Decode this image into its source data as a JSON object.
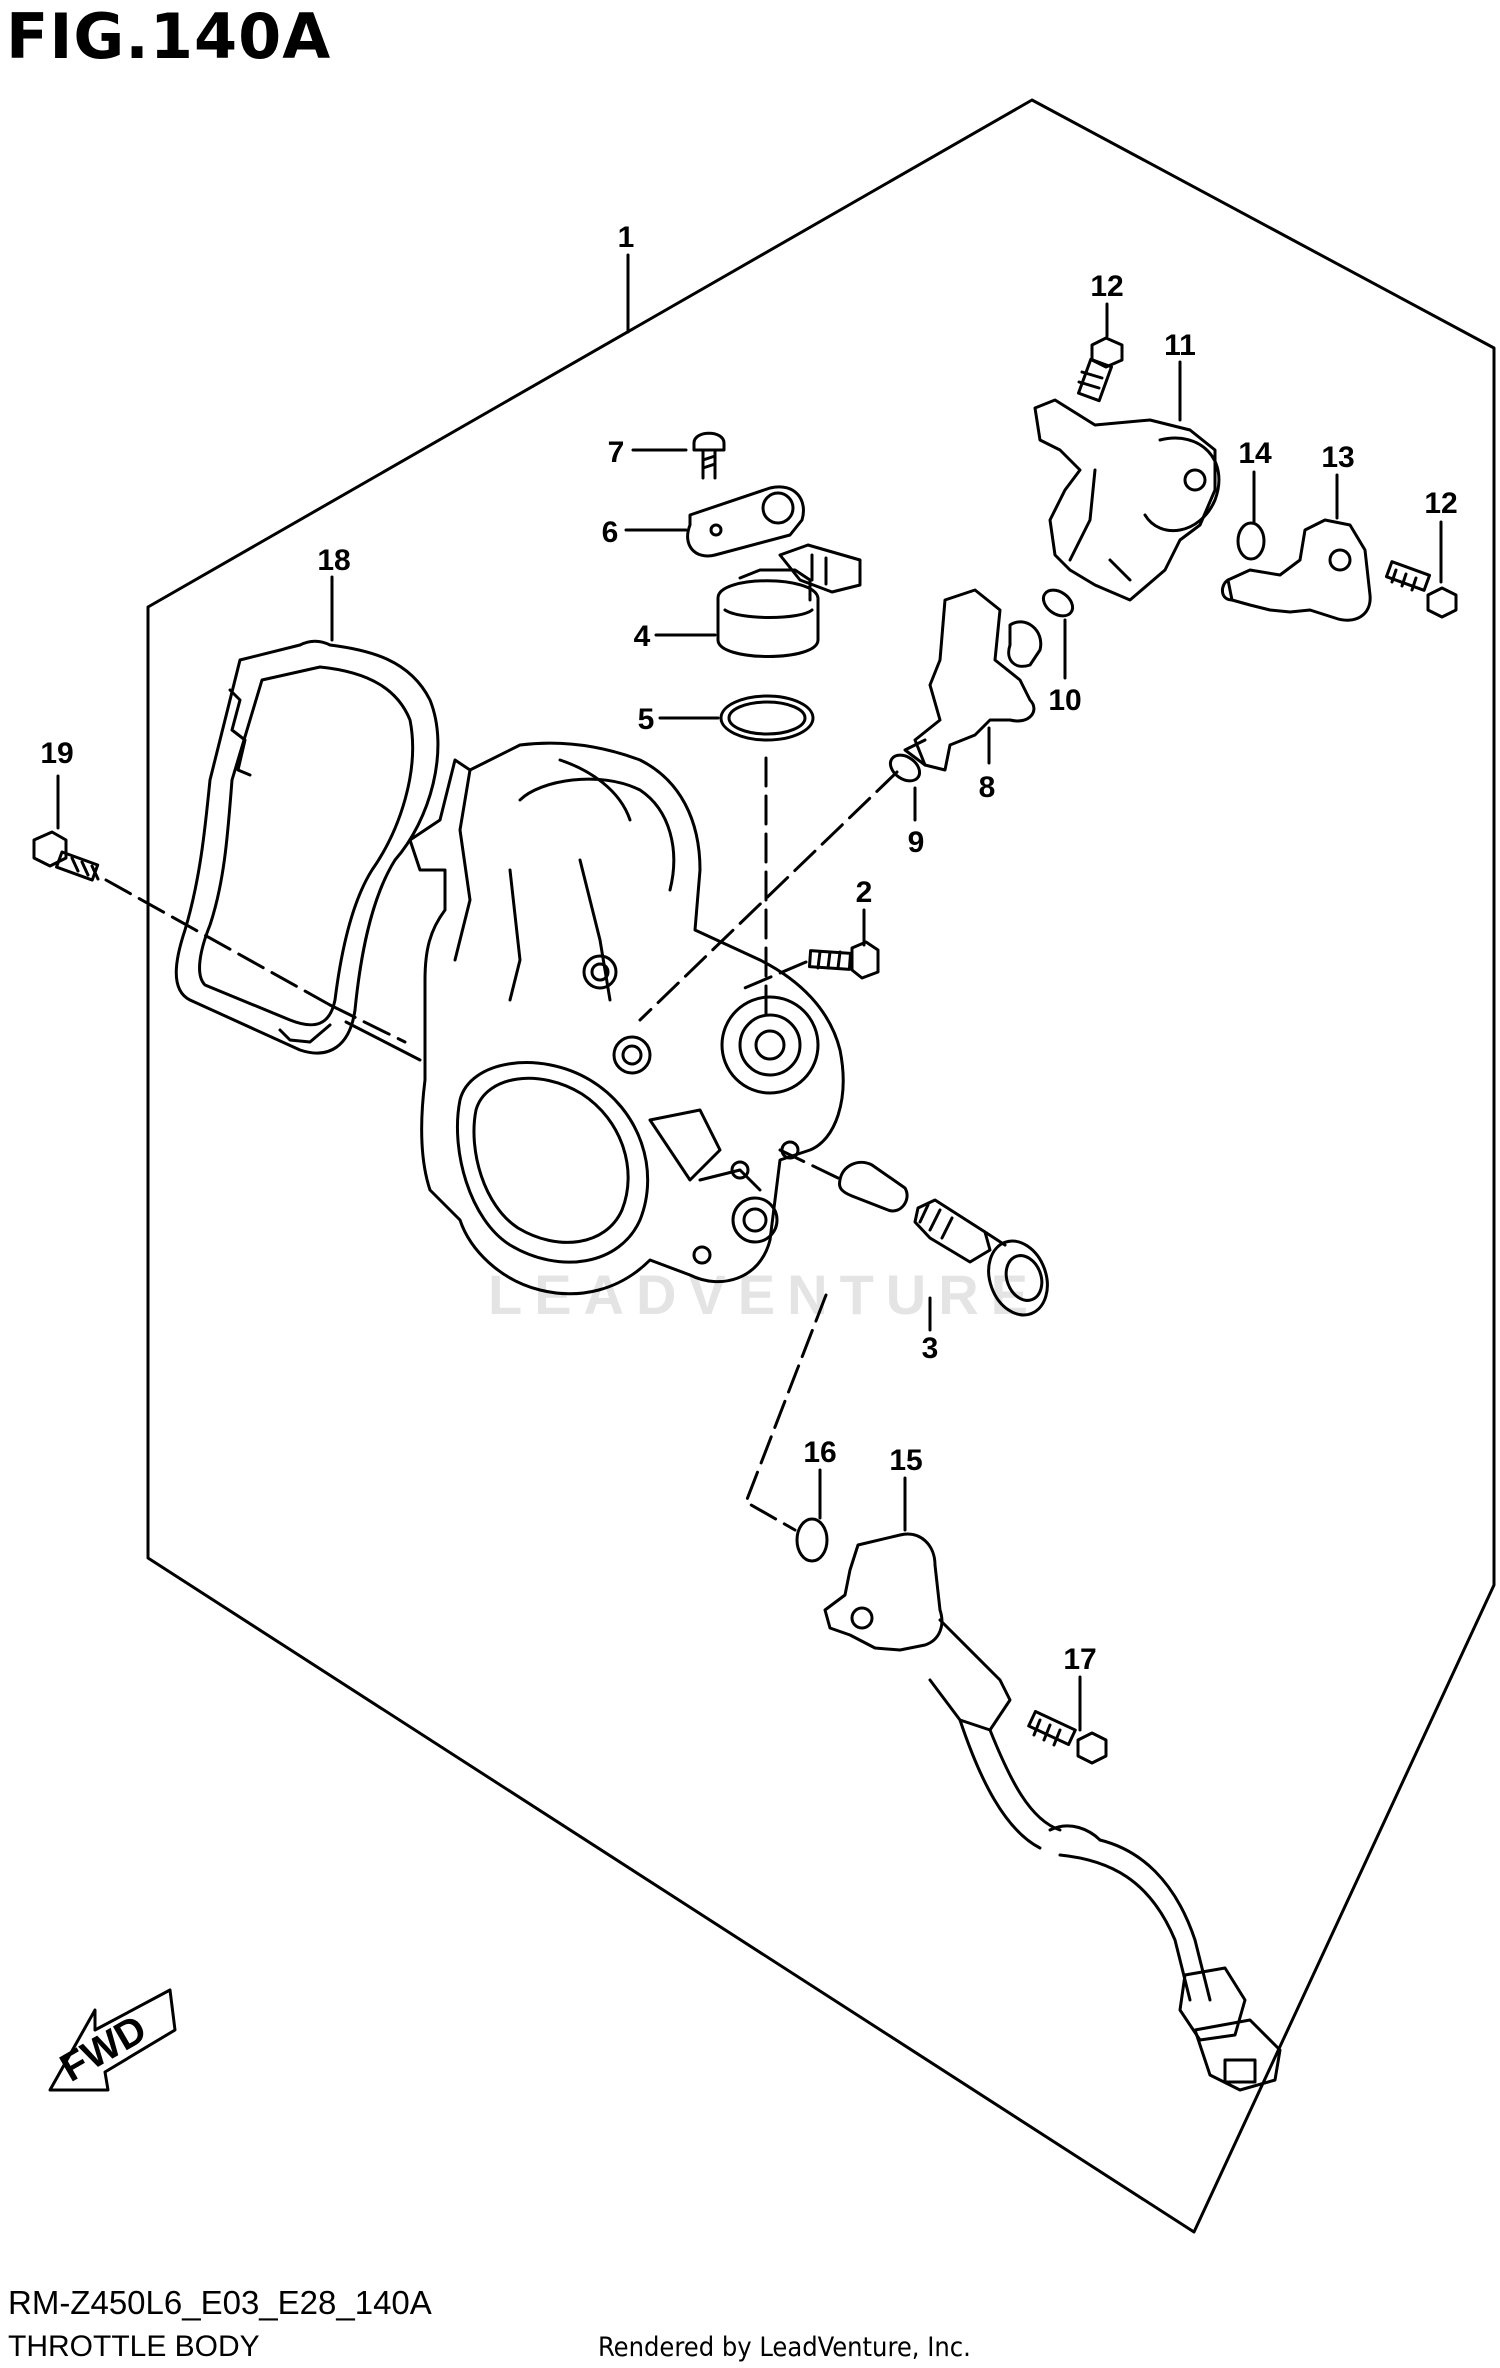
{
  "figure": {
    "title": "FIG.140A",
    "model_code": "RM-Z450L6_E03_E28_140A",
    "section_name": "THROTTLE BODY",
    "credit": "Rendered by LeadVenture, Inc.",
    "watermark": "LEADVENTURE"
  },
  "fwd_label": "FWD",
  "callouts": [
    "1",
    "2",
    "3",
    "4",
    "5",
    "6",
    "7",
    "8",
    "9",
    "10",
    "11",
    "12",
    "12",
    "13",
    "14",
    "15",
    "16",
    "17",
    "18",
    "19"
  ],
  "icons": [
    "fwd-arrow-icon"
  ],
  "colors": {
    "line": "#000000",
    "background": "#ffffff",
    "watermark": "#e4e4e4"
  }
}
